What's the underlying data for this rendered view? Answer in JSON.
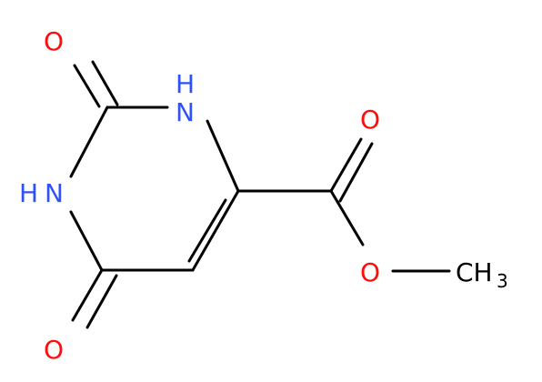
{
  "colors": {
    "bond": "#000000",
    "oxygen": "#ff0d0d",
    "nitrogen": "#3050f8",
    "carbon": "#000000"
  },
  "atoms": {
    "o_top": "O",
    "n1_h": "H",
    "n1": "N",
    "o_carbonyl": "O",
    "n3_h": "H",
    "n3": "N",
    "o_ether": "O",
    "ch3_c": "CH",
    "ch3_sub": "3",
    "o_bottom": "O"
  }
}
